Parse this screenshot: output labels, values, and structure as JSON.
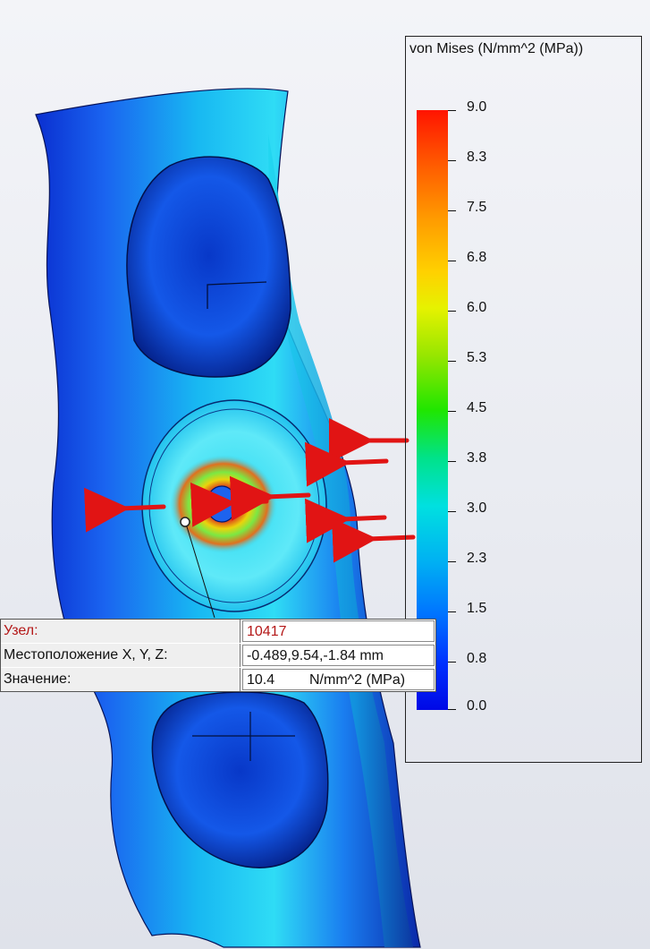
{
  "legend": {
    "title": "von Mises (N/mm^2 (MPa))",
    "scale_max": 9.0,
    "scale_min": 0.0,
    "ticks": [
      "9.0",
      "8.3",
      "7.5",
      "6.8",
      "6.0",
      "5.3",
      "4.5",
      "3.8",
      "3.0",
      "2.3",
      "1.5",
      "0.8",
      "0.0"
    ],
    "colormap_top": "#ff1400",
    "colormap_mid": "#20e600",
    "colormap_bottom": "#0008e6"
  },
  "probe": {
    "node_label": "Узел:",
    "node_value": "10417",
    "location_label": "Местоположение X, Y, Z:",
    "location_value": "-0.489,9.54,-1.84 mm",
    "value_label": "Значение:",
    "value_number": "10.4",
    "value_unit": "N/mm^2 (MPa)"
  },
  "colors": {
    "model_blue": "#1a55e0",
    "model_cyan": "#1ed0f0",
    "load_arrow": "#e11414",
    "highlight_label": "#b41818"
  },
  "icons": [
    "probe-point-icon",
    "load-arrow-icon"
  ]
}
